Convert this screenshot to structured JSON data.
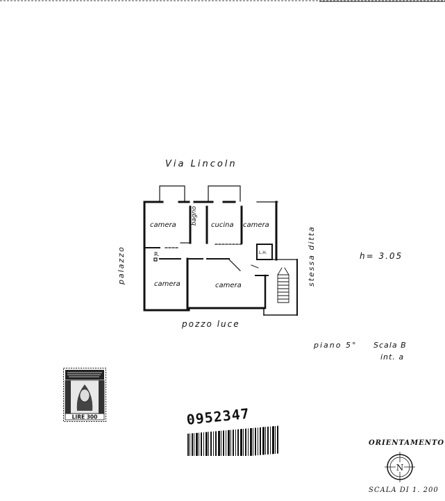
{
  "plan": {
    "street": "Via Lincoln",
    "left_side": "palazzo",
    "right_side": "stessa ditta",
    "bottom_side": "pozzo luce",
    "height": "h= 3.05",
    "rooms": {
      "room1": "camera",
      "room2": "bagno",
      "room3": "cucina",
      "room4": "camera",
      "room5": "camera",
      "room6": "camera",
      "closet": "R.",
      "lift": "L.H."
    },
    "floor": "piano 5°",
    "staircase": "Scala B",
    "interior": "int. a"
  },
  "stamp": {
    "value": "LIRE 300"
  },
  "barcode": {
    "number": "0952347"
  },
  "orientation": {
    "title": "ORIENTAMENTO",
    "north": "N",
    "scale": "SCALA DI 1. 200"
  }
}
